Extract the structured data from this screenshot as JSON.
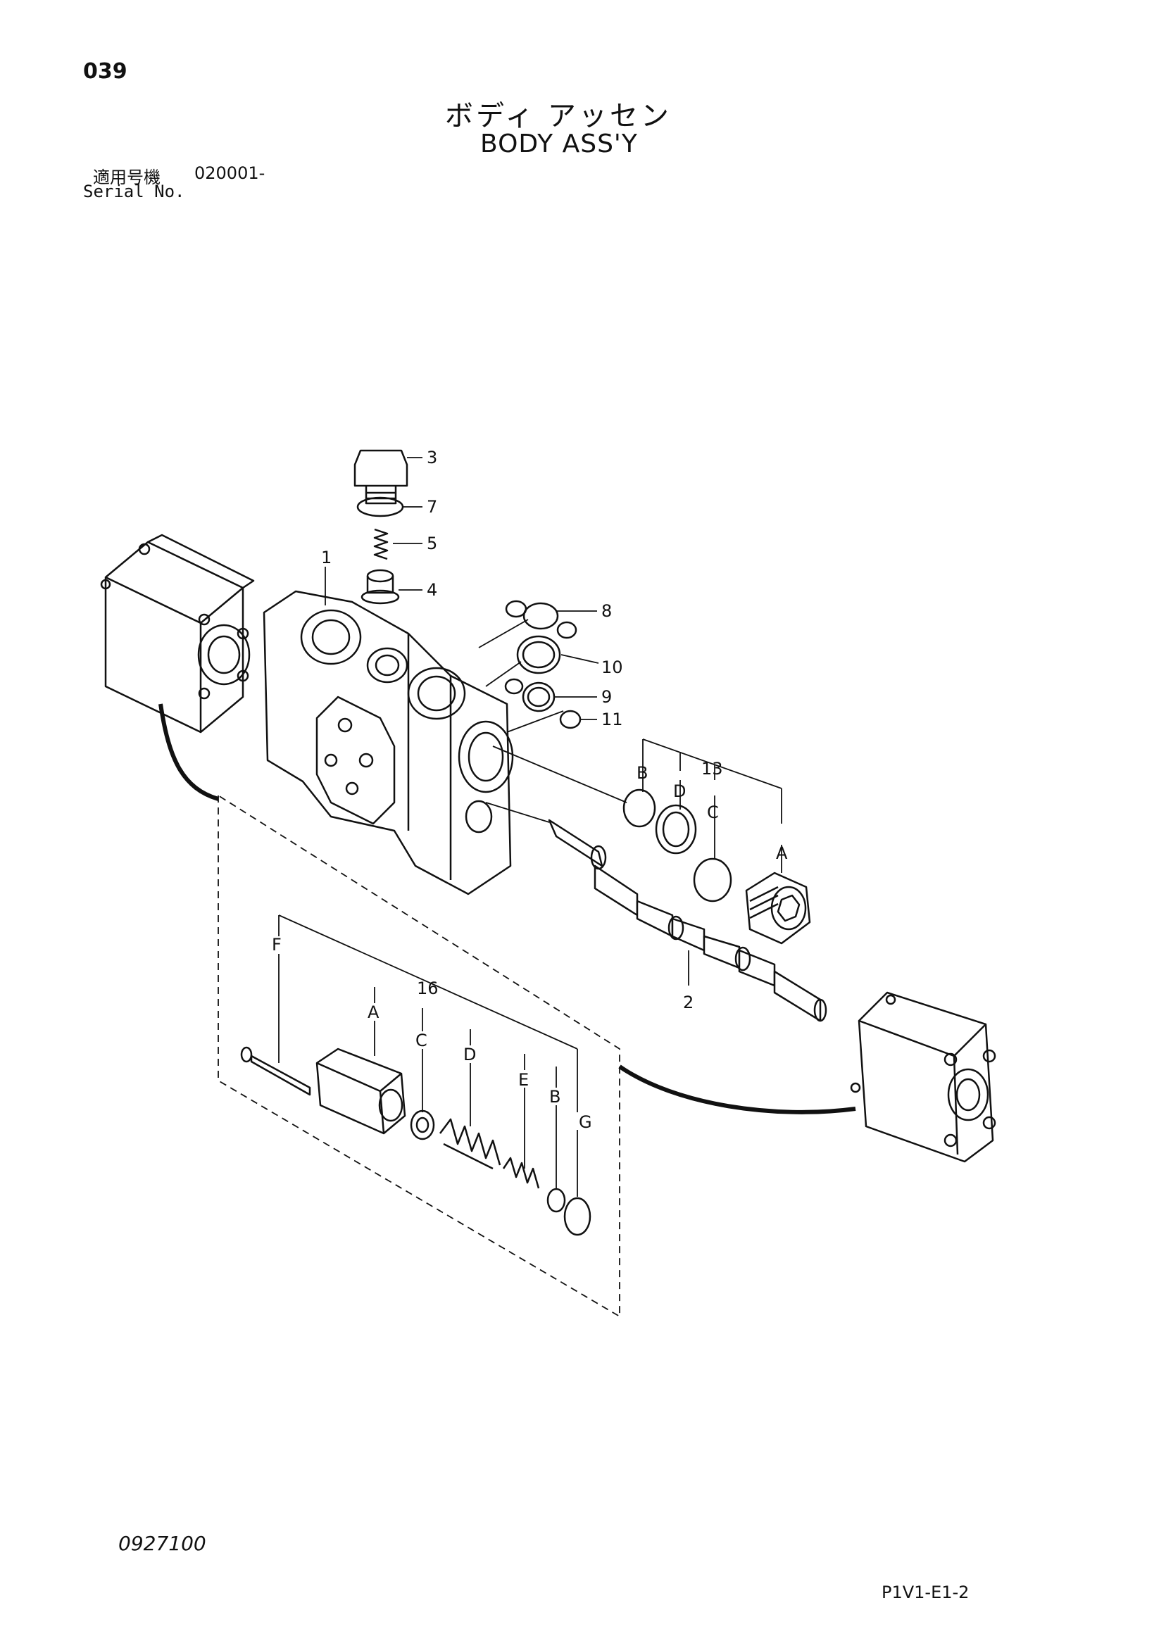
{
  "header": {
    "page_number": "039",
    "title_jp": "ボディ アッセン",
    "title_en": "BODY ASS'Y",
    "serial_label_jp": "適用号機",
    "serial_value": "020001-",
    "serial_label_en": "Serial No."
  },
  "footer": {
    "document_number": "0927100",
    "page_code": "P1V1-E1-2"
  },
  "callouts": {
    "p1": "1",
    "p2": "2",
    "p3": "3",
    "p4": "4",
    "p5": "5",
    "p7": "7",
    "p8": "8",
    "p9": "9",
    "p10": "10",
    "p11": "11",
    "p13": "13",
    "p16": "16",
    "a13": "A",
    "b13": "B",
    "c13": "C",
    "d13": "D",
    "a16": "A",
    "b16": "B",
    "c16": "C",
    "d16": "D",
    "e16": "E",
    "f16": "F",
    "g16": "G"
  }
}
